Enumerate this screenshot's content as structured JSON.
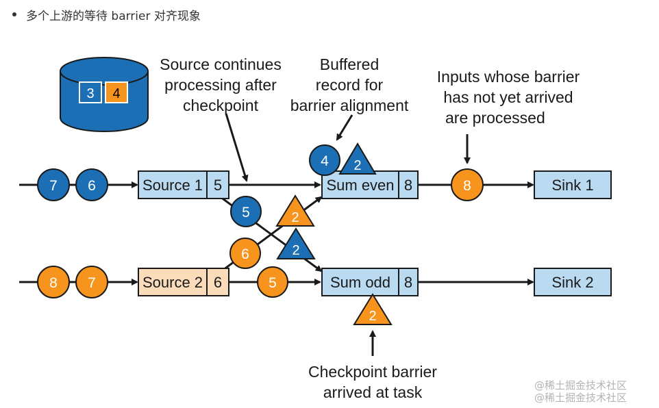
{
  "heading": {
    "text": "多个上游的等待 barrier 对齐现象"
  },
  "diagram": {
    "database": {
      "values": [
        "3",
        "4"
      ]
    },
    "annotations": {
      "source_continues": [
        "Source continues",
        "processing after",
        "checkpoint"
      ],
      "buffered": [
        "Buffered",
        "record for",
        "barrier alignment"
      ],
      "inputs_whose": [
        "Inputs whose barrier",
        "has not yet arrived",
        "are processed"
      ],
      "checkpoint_barrier": [
        "Checkpoint barrier",
        "arrived at task"
      ]
    },
    "tasks": {
      "source1": {
        "label": "Source 1",
        "value": "5"
      },
      "source2": {
        "label": "Source 2",
        "value": "6"
      },
      "sum_even": {
        "label": "Sum even",
        "value": "8"
      },
      "sum_odd": {
        "label": "Sum odd",
        "value": "8"
      },
      "sink1": {
        "label": "Sink 1"
      },
      "sink2": {
        "label": "Sink 2"
      }
    },
    "records": {
      "in1_a": "7",
      "in1_b": "6",
      "in2_a": "8",
      "in2_b": "7",
      "buffered": "4",
      "blue_5": "5",
      "orange_6": "6",
      "orange_5": "5",
      "out_8": "8"
    },
    "barriers": {
      "blue_sum_even": "2",
      "orange_cross": "2",
      "blue_cross": "2",
      "orange_sum_odd": "2"
    },
    "colors": {
      "blue": "#1c6eb5",
      "orange": "#f7941d",
      "box_blue": "#b9daf1",
      "box_peach": "#fbdcba",
      "stroke": "#1a1a1a"
    }
  },
  "watermark": {
    "line1": "@稀土掘金技术社区",
    "line2": "@稀土掘金技术社区"
  }
}
